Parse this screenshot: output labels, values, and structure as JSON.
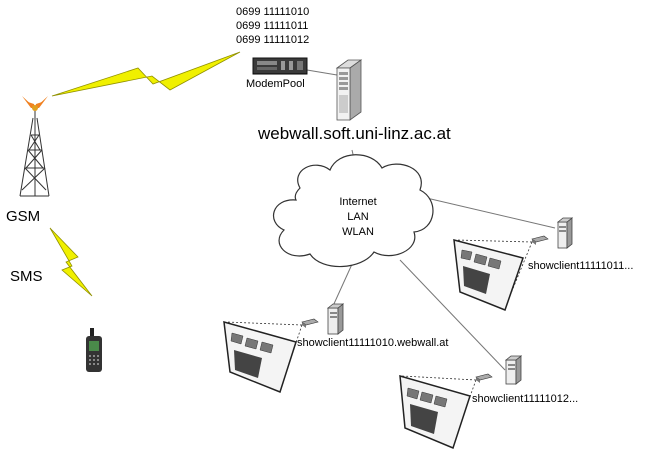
{
  "modem_numbers": [
    "0699 11111010",
    "0699 11111011",
    "0699 11111012"
  ],
  "modempool_label": "ModemPool",
  "server_label": "webwall.soft.uni-linz.ac.at",
  "cloud_lines": [
    "Internet",
    "LAN",
    "WLAN"
  ],
  "gsm_label": "GSM",
  "sms_label": "SMS",
  "clients": [
    "showclient11111011...",
    "showclient11111010.webwall.at",
    "showclient11111012..."
  ],
  "colors": {
    "lightning": "#f0f000",
    "lightning_outline": "#909000",
    "cloud": "#ffffff",
    "screen": "#555555"
  }
}
